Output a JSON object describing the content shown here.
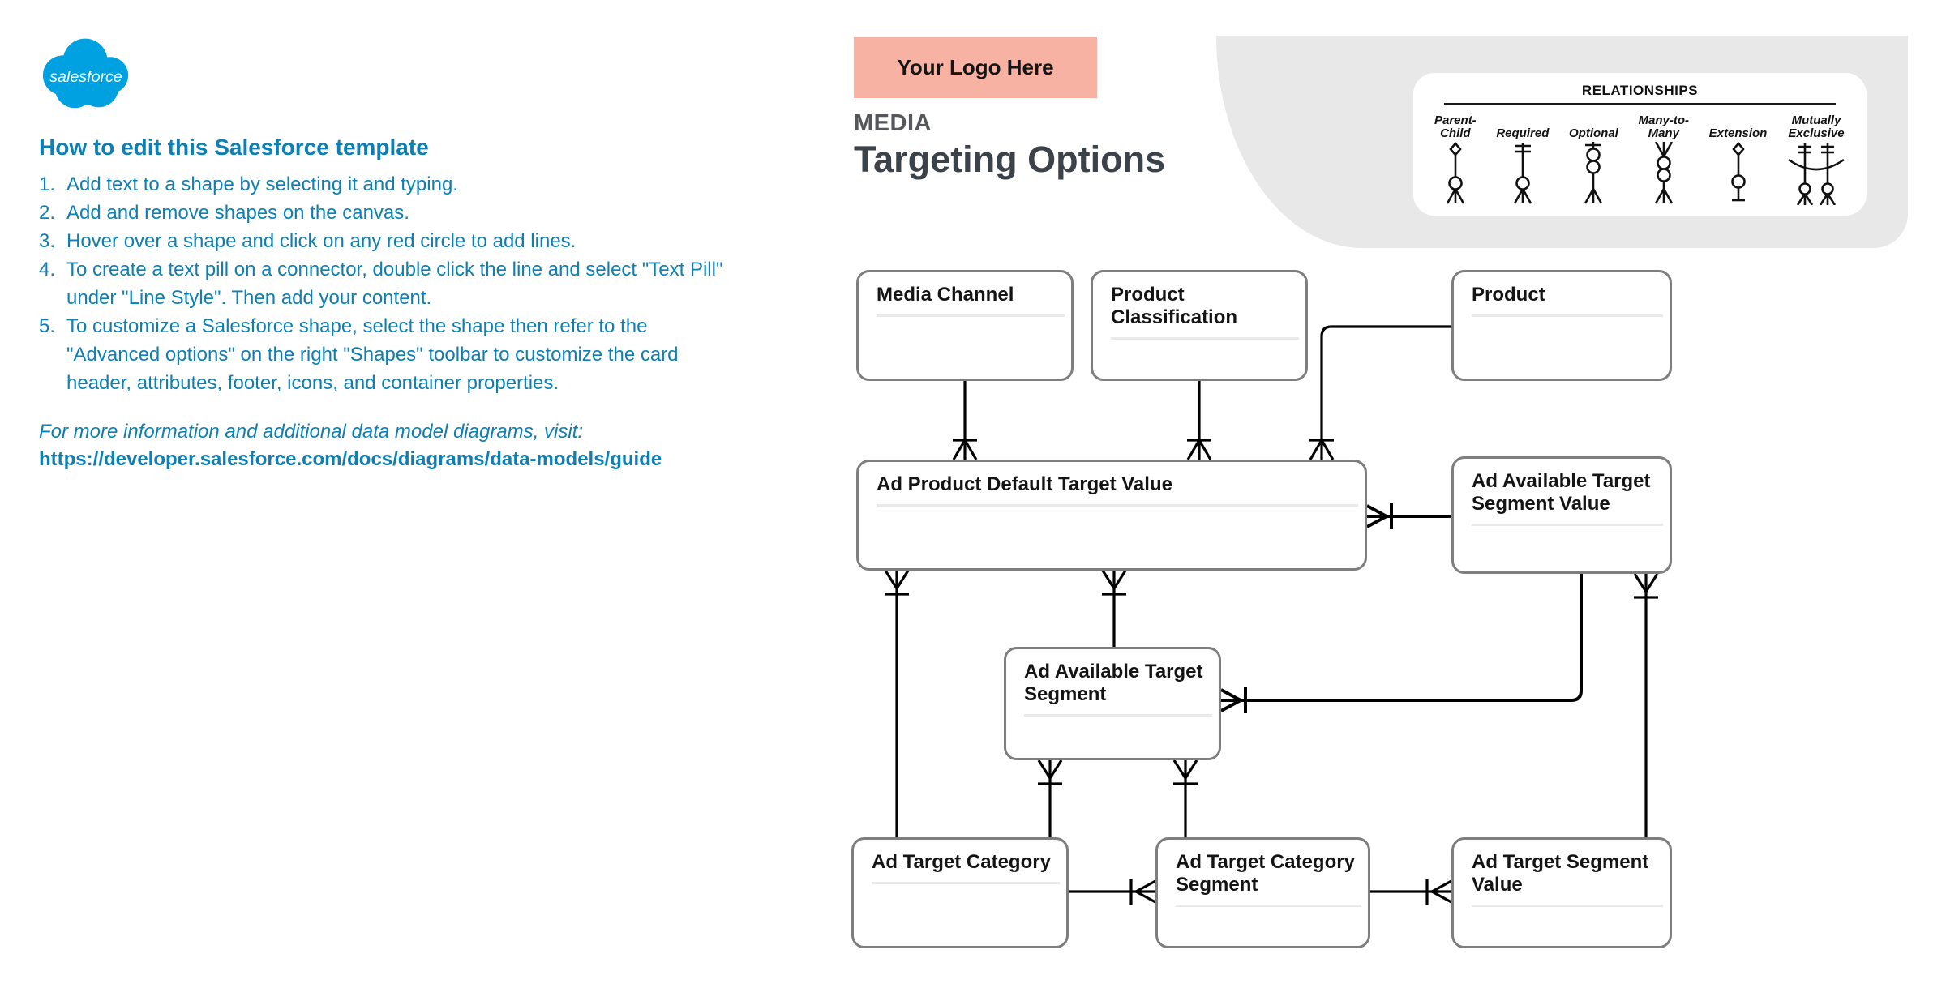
{
  "colors": {
    "salesforce_blue": "#00A1E0",
    "instruction_text_blue": "#0d7fb2",
    "logo_placeholder_salmon": "#f8b2a3",
    "blob_gray": "#e8e8e8",
    "entity_border_gray": "#7e7e7e",
    "title_gray": "#3c424a",
    "eyebrow_gray": "#54585d"
  },
  "logo": {
    "wordmark": "salesforce"
  },
  "instructions": {
    "heading": "How to edit this Salesforce template",
    "steps": [
      {
        "num": "1.",
        "text": "Add text to a shape by selecting it and typing."
      },
      {
        "num": "2.",
        "text": "Add and remove shapes on the canvas."
      },
      {
        "num": "3.",
        "text": "Hover over a shape and click on any red circle to add lines."
      },
      {
        "num": "4.",
        "text": "To create a text pill on a connector, double click the line and select \"Text Pill\" under \"Line Style\". Then add your content."
      },
      {
        "num": "5.",
        "text": "To customize a Salesforce shape, select the shape then refer to the \"Advanced options\" on the right \"Shapes\" toolbar to customize the card header, attributes, footer, icons, and container properties."
      }
    ],
    "more_info": "For more information and additional data model diagrams, visit:",
    "link": "https://developer.salesforce.com/docs/diagrams/data-models/guide"
  },
  "header": {
    "logo_placeholder": "Your Logo Here",
    "eyebrow": "MEDIA",
    "title": "Targeting Options"
  },
  "legend": {
    "title": "RELATIONSHIPS",
    "items": [
      {
        "line1": "Parent-",
        "line2": "Child",
        "symbol": "parent-child"
      },
      {
        "line1": "Required",
        "line2": "",
        "symbol": "required"
      },
      {
        "line1": "Optional",
        "line2": "",
        "symbol": "optional"
      },
      {
        "line1": "Many-to-",
        "line2": "Many",
        "symbol": "many-to-many"
      },
      {
        "line1": "Extension",
        "line2": "",
        "symbol": "extension"
      },
      {
        "line1": "Mutually",
        "line2": "Exclusive",
        "symbol": "mutually-exclusive"
      }
    ]
  },
  "entities": [
    {
      "title": "Media Channel"
    },
    {
      "title": "Product Classification"
    },
    {
      "title": "Product"
    },
    {
      "title": "Ad Product Default Target Value"
    },
    {
      "title": "Ad Available Target Segment Value"
    },
    {
      "title": "Ad Available Target Segment"
    },
    {
      "title": "Ad Target Category"
    },
    {
      "title": "Ad Target Category Segment"
    },
    {
      "title": "Ad Target Segment Value"
    }
  ]
}
